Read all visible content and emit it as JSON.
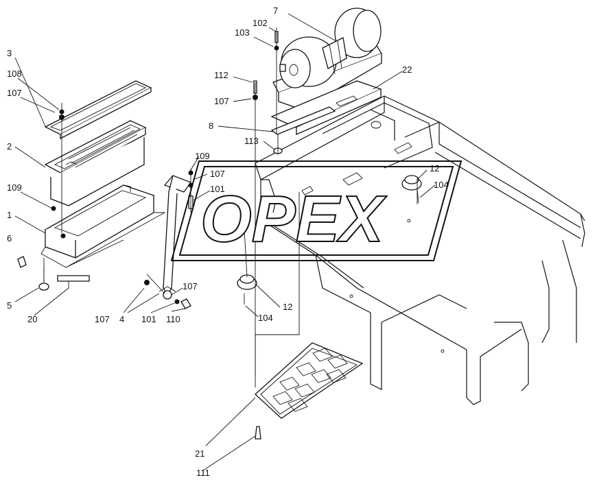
{
  "watermark": {
    "text": "OPEX"
  },
  "callouts": [
    {
      "id": "c3",
      "label": "3"
    },
    {
      "id": "c108",
      "label": "108"
    },
    {
      "id": "c107a",
      "label": "107"
    },
    {
      "id": "c2",
      "label": "2"
    },
    {
      "id": "c109a",
      "label": "109"
    },
    {
      "id": "c1",
      "label": "1"
    },
    {
      "id": "c6",
      "label": "6"
    },
    {
      "id": "c5",
      "label": "5"
    },
    {
      "id": "c20",
      "label": "20"
    },
    {
      "id": "c107b",
      "label": "107"
    },
    {
      "id": "c4",
      "label": "4"
    },
    {
      "id": "c101a",
      "label": "101"
    },
    {
      "id": "c110",
      "label": "110"
    },
    {
      "id": "c107c",
      "label": "107"
    },
    {
      "id": "c109b",
      "label": "109"
    },
    {
      "id": "c107d",
      "label": "107"
    },
    {
      "id": "c101b",
      "label": "101"
    },
    {
      "id": "c7",
      "label": "7"
    },
    {
      "id": "c102",
      "label": "102"
    },
    {
      "id": "c103",
      "label": "103"
    },
    {
      "id": "c112",
      "label": "112"
    },
    {
      "id": "c107e",
      "label": "107"
    },
    {
      "id": "c8",
      "label": "8"
    },
    {
      "id": "c113",
      "label": "113"
    },
    {
      "id": "c22",
      "label": "22"
    },
    {
      "id": "c12a",
      "label": "12"
    },
    {
      "id": "c104a",
      "label": "104"
    },
    {
      "id": "c12b",
      "label": "12"
    },
    {
      "id": "c104b",
      "label": "104"
    },
    {
      "id": "c21",
      "label": "21"
    },
    {
      "id": "c111",
      "label": "111"
    }
  ]
}
